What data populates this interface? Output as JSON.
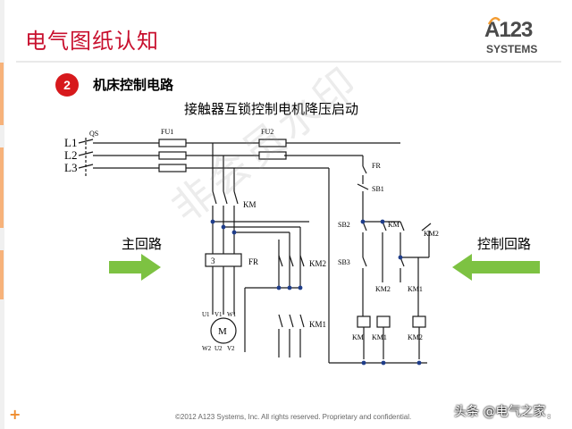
{
  "slide": {
    "title": "电气图纸认知",
    "section_number": "2",
    "section_label": "机床控制电路",
    "diagram_title": "接触器互锁控制电机降压启动",
    "label_left": "主回路",
    "label_right": "控制回路",
    "footer": "©2012 A123 Systems, Inc. All rights reserved. Proprietary and confidential.",
    "page_number": "8"
  },
  "logo": {
    "main": "A123",
    "sub": "SYSTEMS"
  },
  "watermark": {
    "diagonal": "非会员水印",
    "source": "头条 @电气之家"
  },
  "diagram": {
    "phases": [
      "L1",
      "L2",
      "L3"
    ],
    "switch": "QS",
    "fuses": [
      "FU1",
      "FU2"
    ],
    "components": [
      "FR",
      "SB1",
      "SB2",
      "SB3",
      "KM",
      "KM1",
      "KM2"
    ],
    "motor_top_terminals": [
      "U1",
      "V1",
      "W1"
    ],
    "motor_bottom_terminals": [
      "W2",
      "U2",
      "V2"
    ],
    "motor": "M",
    "fr_number": "3"
  },
  "colors": {
    "title": "#c8102e",
    "badge": "#d7191c",
    "arrow": "#7dc242",
    "accent": "#f7b27a",
    "circuit_line": "#1a1a1a",
    "node": "#1f3d8a"
  }
}
